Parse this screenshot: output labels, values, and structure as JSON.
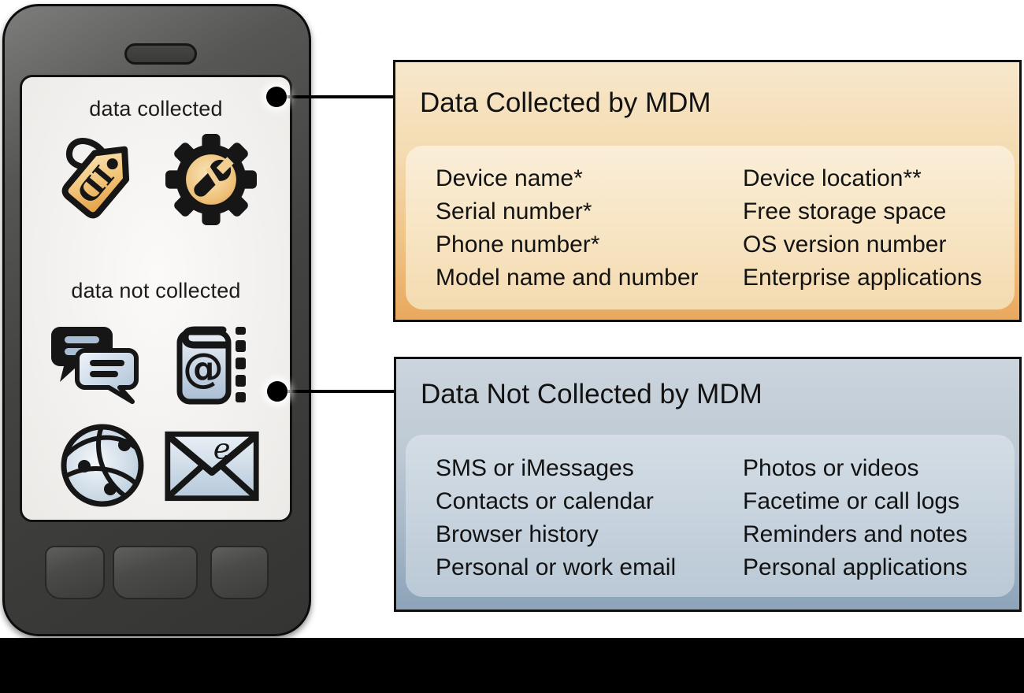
{
  "phone": {
    "labels": {
      "collected": "data collected",
      "not_collected": "data not collected"
    },
    "tag_text": "ID",
    "book_symbol": "@",
    "envelope_letter": "e"
  },
  "collected_box": {
    "title": "Data Collected by MDM",
    "items_left": [
      "Device name*",
      "Serial number*",
      "Phone number*",
      "Model name and number"
    ],
    "items_right": [
      "Device location**",
      "Free storage space",
      "OS version number",
      "Enterprise applications"
    ]
  },
  "not_collected_box": {
    "title": "Data Not Collected by MDM",
    "items_left": [
      "SMS or iMessages",
      "Contacts or calendar",
      "Browser history",
      "Personal or work email"
    ],
    "items_right": [
      "Photos or videos",
      "Facetime or call logs",
      "Reminders and notes",
      "Personal applications"
    ]
  },
  "colors": {
    "collected_box_top": "#F7E7CB",
    "collected_box_bottom": "#E9A85E",
    "not_collected_box_top": "#CCD5DE",
    "not_collected_box_bottom": "#8CA3B9",
    "phone_body": "#3E3E3C",
    "icon_orange": "#E8A64C",
    "icon_blue": "#B9CBDD",
    "connector": "#000000"
  }
}
